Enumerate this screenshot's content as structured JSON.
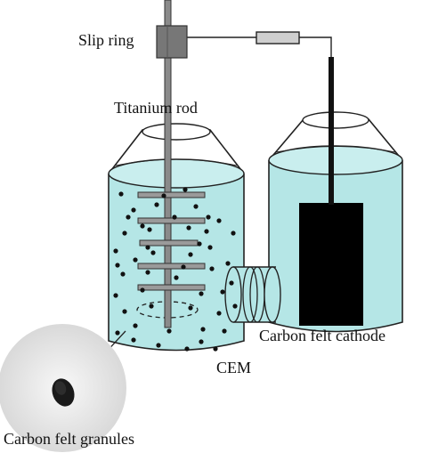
{
  "labels": {
    "slip_ring": "Slip ring",
    "titanium_rod": "Titanium rod",
    "carbon_felt_cathode": "Carbon felt cathode",
    "cem": "CEM",
    "carbon_felt_granules": "Carbon felt granules"
  },
  "colors": {
    "electrolyte": "#b5e6e6",
    "electrolyte_dark": "#9fd6d6",
    "outline": "#222222",
    "rod": "#8a8a8a",
    "slip_ring_body": "#777777",
    "cathode": "#000000",
    "granule": "#111111",
    "inset_background": "#ececec",
    "resistor": "#cfcfcf"
  },
  "components": {
    "stirring_blades": 5,
    "granule_particles_shown": 50
  }
}
